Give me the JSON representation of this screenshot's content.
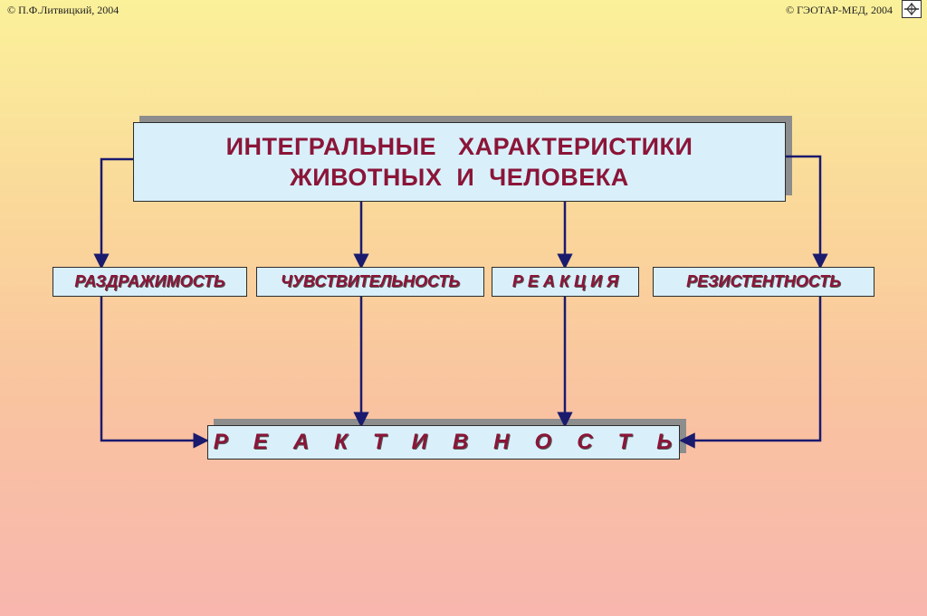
{
  "header": {
    "copyright_left": "© П.Ф.Литвицкий, 2004",
    "copyright_right": "© ГЭОТАР-МЕД, 2004"
  },
  "title": {
    "line1": "ИНТЕГРАЛЬНЫЕ   ХАРАКТЕРИСТИКИ",
    "line2": "ЖИВОТНЫХ  И  ЧЕЛОВЕКА"
  },
  "properties": [
    {
      "label": "РАЗДРАЖИМОСТЬ"
    },
    {
      "label": "ЧУВСТВИТЕЛЬНОСТЬ"
    },
    {
      "label": "Р Е А К Ц И Я"
    },
    {
      "label": "РЕЗИСТЕНТНОСТЬ"
    }
  ],
  "result": {
    "label": "Р   Е   А   К   Т   И   В   Н   О   С   Т   Ь"
  },
  "colors": {
    "text": "#8b1538",
    "box_fill": "#d9f0fb",
    "connector": "#1a1a6e"
  }
}
